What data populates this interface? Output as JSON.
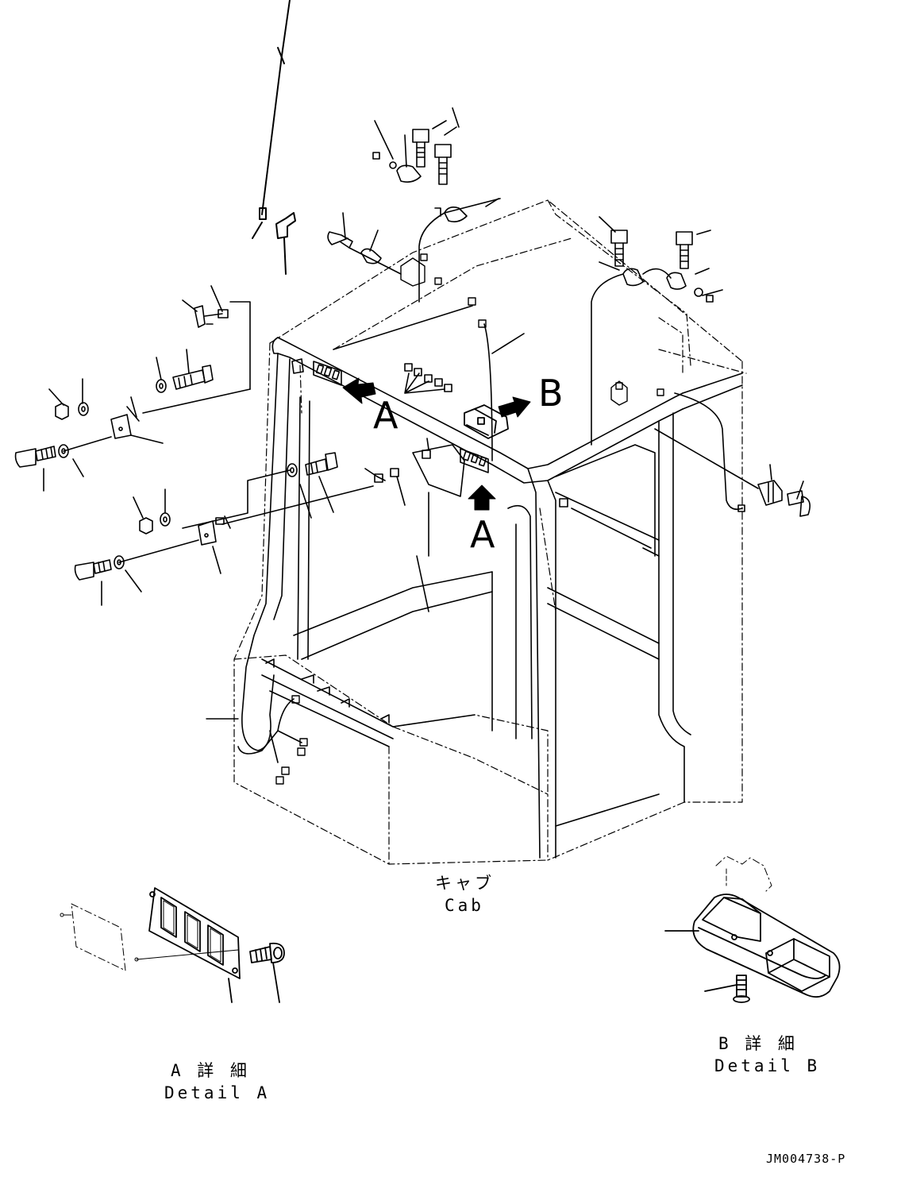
{
  "view_labels": {
    "A_right": "A",
    "A_bottom": "A",
    "B": "B"
  },
  "cab": {
    "jp": "キャブ",
    "en": "Cab"
  },
  "detail_a": {
    "jp": "A 詳 細",
    "en": "Detail A"
  },
  "detail_b": {
    "jp": "B 詳 細",
    "en": "Detail B"
  },
  "drawing_ref": "JM004738-P",
  "colors": {
    "line": "#000000",
    "background": "#ffffff"
  }
}
